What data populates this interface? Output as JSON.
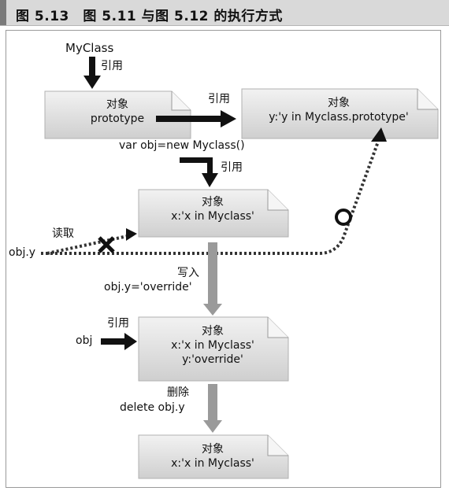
{
  "title": "图 5.13　图 5.11 与图 5.12 的执行方式",
  "labels": {
    "myclass": "MyClass",
    "ref_1": "引用",
    "ref_2": "引用",
    "ref_3": "引用",
    "ref_4": "引用",
    "code_new": "var obj=new Myclass()",
    "read": "读取",
    "obj_y": "obj.y",
    "write": "写入",
    "write_code": "obj.y='override'",
    "obj": "obj",
    "delete": "删除",
    "delete_code": "delete obj.y"
  },
  "boxes": {
    "prototype_obj": {
      "line1": "对象",
      "line2": "prototype"
    },
    "proto_instance": {
      "line1": "对象",
      "line2": "y:'y in Myclass.prototype'"
    },
    "obj_initial": {
      "line1": "对象",
      "line2": "x:'x in Myclass'"
    },
    "obj_override": {
      "line1": "对象",
      "line2": "x:'x in Myclass'",
      "line3": "y:'override'"
    },
    "obj_deleted": {
      "line1": "对象",
      "line2": "x:'x in Myclass'"
    }
  },
  "colors": {
    "box_fill": "#dcdcdc",
    "arrow_dark": "#111111",
    "arrow_gray": "#9a9a9a"
  }
}
